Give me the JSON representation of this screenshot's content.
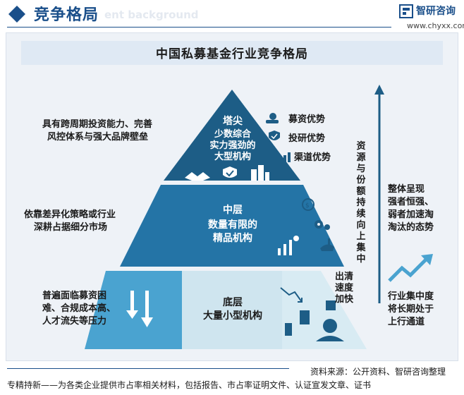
{
  "header": {
    "title": "竞争格局",
    "ghost_text": "ent background",
    "logo_name": "智研咨询",
    "logo_url": "www.chyxx.com"
  },
  "diagram": {
    "title": "中国私募基金行业竞争格局",
    "top": {
      "lines": [
        "塔尖",
        "少数综合",
        "实力强劲的",
        "大型机构"
      ],
      "advantages": [
        "募资优势",
        "投研优势",
        "渠道优势"
      ],
      "left_desc": [
        "具有跨周期投资能力、完善",
        "风控体系与强大品牌壁垒"
      ]
    },
    "middle": {
      "lines": [
        "中层",
        "数量有限的",
        "精品机构"
      ],
      "left_desc": [
        "依靠差异化策略或行业",
        "深耕占据细分市场"
      ]
    },
    "bottom": {
      "lines": [
        "底层",
        "大量小型机构"
      ],
      "left_desc": [
        "普遍面临募资困",
        "难、合规成本高、",
        "人才流失等压力"
      ]
    },
    "clearing_note": "出清速度加快",
    "vertical_note": "资源与份额持续向上集中",
    "right_top": [
      "整体呈现",
      "强者恒强、",
      "弱者加速淘",
      "淘汰的态势"
    ],
    "right_bottom": [
      "行业集中度",
      "将长期处于",
      "上行通道"
    ]
  },
  "source": "资料来源：公开资料、智研咨询整理",
  "footer": "专精持新——为各类企业提供市占率相关材料，包括报告、市占率证明文件、认证宣发文章、证书",
  "colors": {
    "brand_blue": "#1a4f8a",
    "top_tier": "#1d5d86",
    "middle_tier": "#2474a6",
    "bottom_tier": "#cfe5ef",
    "bottom_side": "#4aa3d0"
  }
}
